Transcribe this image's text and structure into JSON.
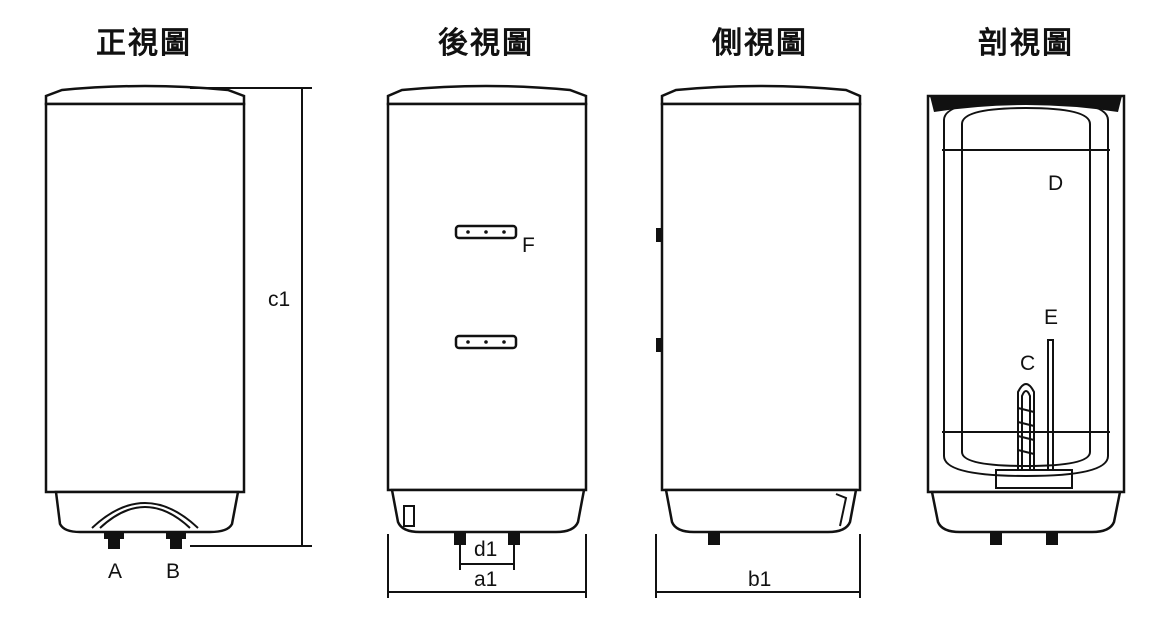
{
  "titles": {
    "front": "正視圖",
    "back": "後視圖",
    "side": "側視圖",
    "section": "剖視圖"
  },
  "labels": {
    "A": "A",
    "B": "B",
    "c1": "c1",
    "F": "F",
    "d1": "d1",
    "a1": "a1",
    "b1": "b1",
    "D": "D",
    "E": "E",
    "C": "C"
  },
  "colors": {
    "line": "#111111",
    "background": "#ffffff"
  }
}
